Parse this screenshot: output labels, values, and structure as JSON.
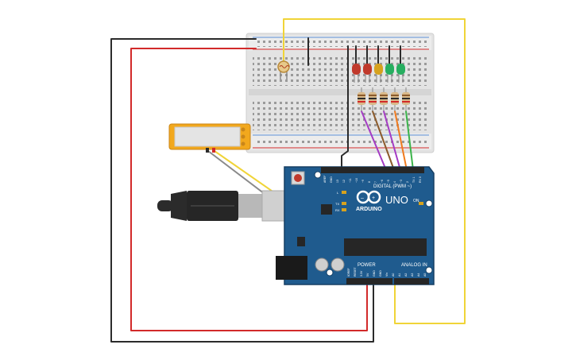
{
  "board": {
    "logo_text": "ARDUINO",
    "model": "UNO",
    "digital_label": "DIGITAL (PWM ~)",
    "analog_label": "ANALOG IN",
    "power_label": "POWER",
    "on_label": "ON",
    "tx_label": "TX",
    "rx_label": "RX",
    "l_label": "L",
    "pin_labels_top": [
      "AREF",
      "GND",
      "13",
      "12",
      "~11",
      "~10",
      "~9",
      "8",
      "7",
      "~6",
      "~5",
      "4",
      "~3",
      "2",
      "TX 1",
      "RX 0"
    ],
    "pin_labels_bottom": [
      "IOREF",
      "RESET",
      "3.3V",
      "5V",
      "GND",
      "GND",
      "Vin",
      "A0",
      "A1",
      "A2",
      "A3",
      "A4",
      "A5"
    ]
  },
  "colors": {
    "board": "#1f5b8e",
    "board_dark": "#163f63",
    "breadboard": "#e6e6e6",
    "wire_black": "#2b2b2b",
    "wire_red": "#d22a2a",
    "wire_yellow": "#f0d438",
    "wire_purple": "#a43bc4",
    "wire_brown": "#8b5a2b",
    "wire_orange": "#f07a1e",
    "wire_green": "#3bb34a",
    "sensor": "#f2a81d",
    "led_red": "#c0392b",
    "led_yellow": "#d6a21e",
    "led_green": "#27ae60"
  },
  "icons": {
    "usb": "usb-connector-icon",
    "barrel": "dc-barrel-jack-icon",
    "reset": "reset-button-icon",
    "logo": "infinity-logo-icon"
  }
}
